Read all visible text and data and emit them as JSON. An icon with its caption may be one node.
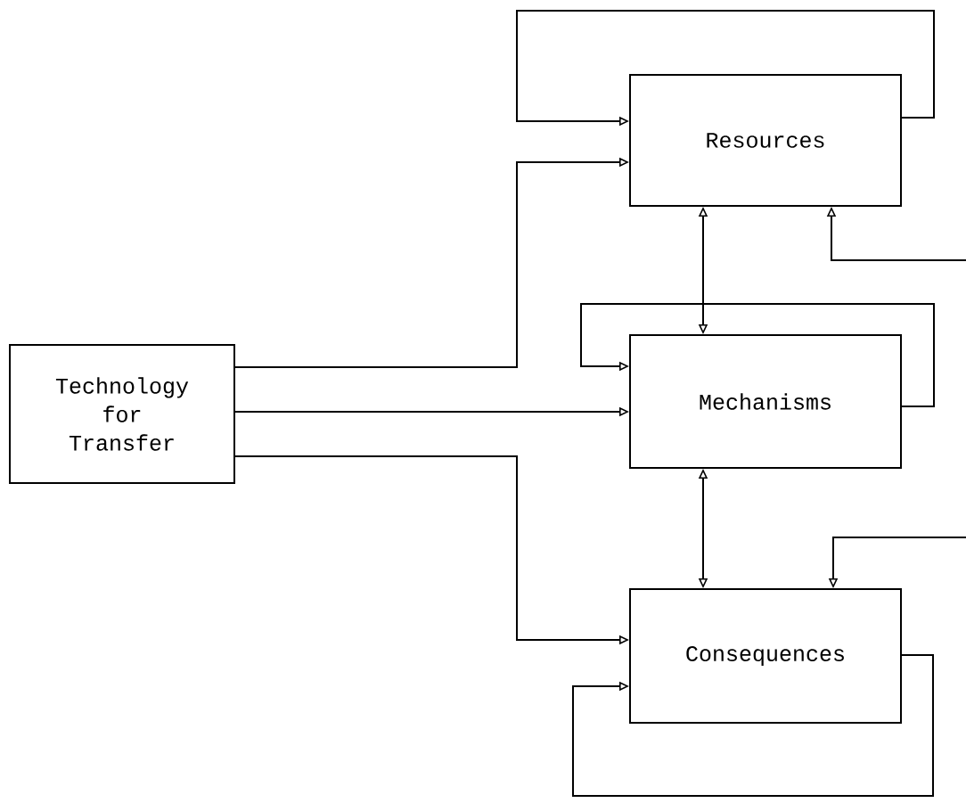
{
  "diagram": {
    "nodes": [
      {
        "text": [
          "Technology for Transfer"
        ]
      },
      {
        "text": [
          "Resources"
        ]
      },
      {
        "text": [
          "Mechanisms"
        ]
      },
      {
        "text": [
          "Consequences"
        ]
      }
    ],
    "edges": [
      {
        "from": 0,
        "to": 1,
        "arrow": "to"
      },
      {
        "from": 0,
        "to": 2,
        "arrow": "to"
      },
      {
        "from": 0,
        "to": 3,
        "arrow": "to"
      },
      {
        "from": 1,
        "to": 1,
        "arrow": "to"
      },
      {
        "from": 2,
        "to": 2,
        "arrow": "to"
      },
      {
        "from": 3,
        "to": 3,
        "arrow": "to"
      },
      {
        "from": 1,
        "to": 2,
        "arrow": "both"
      },
      {
        "from": 2,
        "to": 3,
        "arrow": "both"
      },
      {
        "from": null,
        "to": 1,
        "arrow": "to"
      },
      {
        "from": null,
        "to": 3,
        "arrow": "to"
      }
    ]
  }
}
